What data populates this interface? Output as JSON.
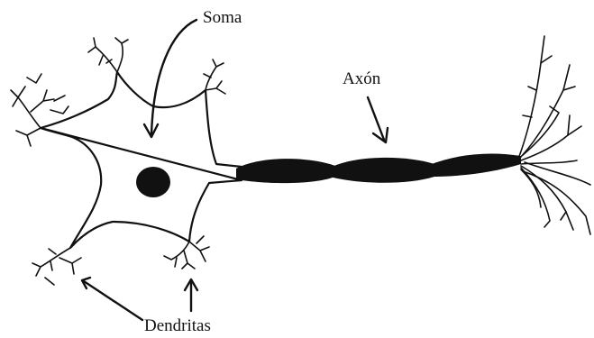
{
  "labels": {
    "soma": "Soma",
    "axon": "Axón",
    "dendrites": "Dendritas"
  },
  "colors": {
    "ink": "#111111",
    "background": "#ffffff"
  }
}
